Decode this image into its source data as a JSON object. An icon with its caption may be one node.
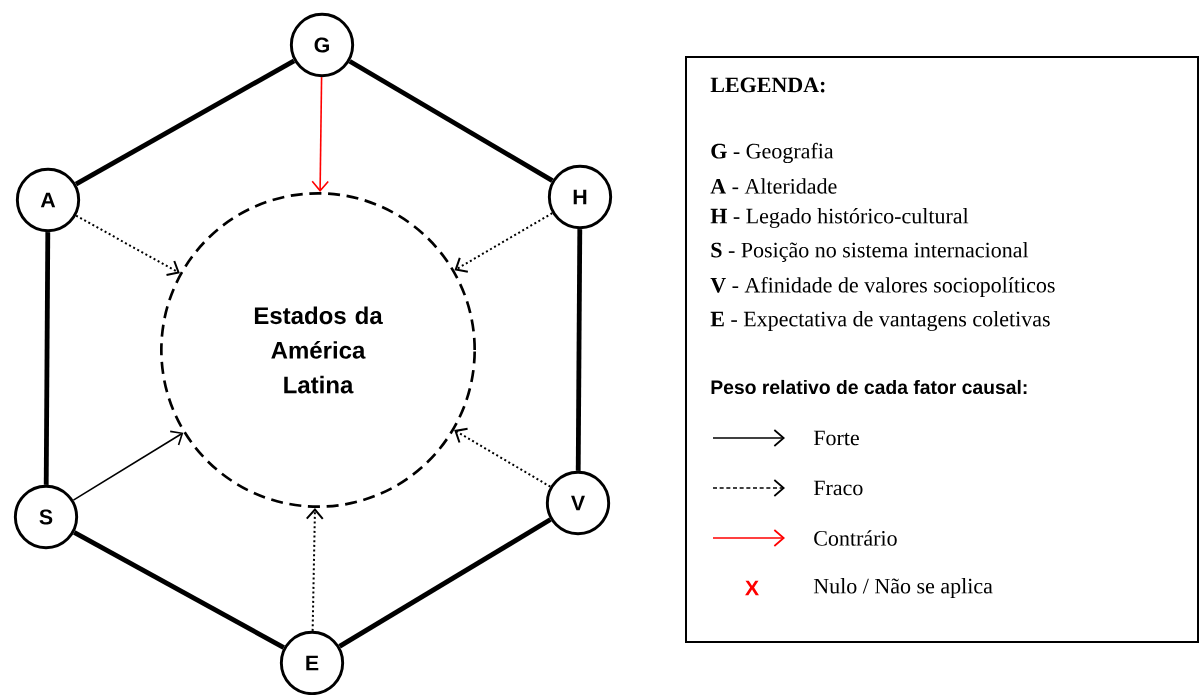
{
  "diagram": {
    "nodes": [
      {
        "text": [
          "G"
        ]
      },
      {
        "text": [
          "A"
        ]
      },
      {
        "text": [
          "H"
        ]
      },
      {
        "text": [
          "Estados da América Latina"
        ]
      },
      {
        "text": [
          "S"
        ]
      },
      {
        "text": [
          "V"
        ]
      },
      {
        "text": [
          "E"
        ]
      }
    ],
    "edges": [
      {
        "from": 0,
        "to": 1,
        "arrow": "none",
        "style": "thick"
      },
      {
        "from": 0,
        "to": 2,
        "arrow": "none",
        "style": "thick"
      },
      {
        "from": 1,
        "to": 4,
        "arrow": "none",
        "style": "thick"
      },
      {
        "from": 2,
        "to": 5,
        "arrow": "none",
        "style": "thick"
      },
      {
        "from": 4,
        "to": 6,
        "arrow": "none",
        "style": "thick"
      },
      {
        "from": 5,
        "to": 6,
        "arrow": "none",
        "style": "thick"
      },
      {
        "from": 0,
        "to": 3,
        "arrow": "to",
        "color": "#ff0000"
      },
      {
        "from": 1,
        "to": 3,
        "arrow": "to",
        "style": "dashed"
      },
      {
        "from": 2,
        "to": 3,
        "arrow": "to",
        "style": "dashed"
      },
      {
        "from": 4,
        "to": 3,
        "arrow": "to"
      },
      {
        "from": 5,
        "to": 3,
        "arrow": "to",
        "style": "dashed"
      },
      {
        "from": 6,
        "to": 3,
        "arrow": "to",
        "style": "dashed"
      }
    ],
    "labels": [
      "LEGENDA:",
      "**G** - Geografia",
      "**A** - Alteridade",
      "**H** - Legado histórico-cultural",
      "**S** - Posição no sistema internacional",
      "**V** - Afinidade de valores sociopolíticos",
      "**E** - Expectativa de vantagens coletivas",
      "Peso relativo de cada fator causal:",
      "X"
    ],
    "legend": [
      {
        "text": "Forte"
      },
      {
        "text": "Fraco"
      },
      {
        "text": "Contrário"
      },
      {
        "text": "Nulo / Não se aplica"
      }
    ]
  }
}
